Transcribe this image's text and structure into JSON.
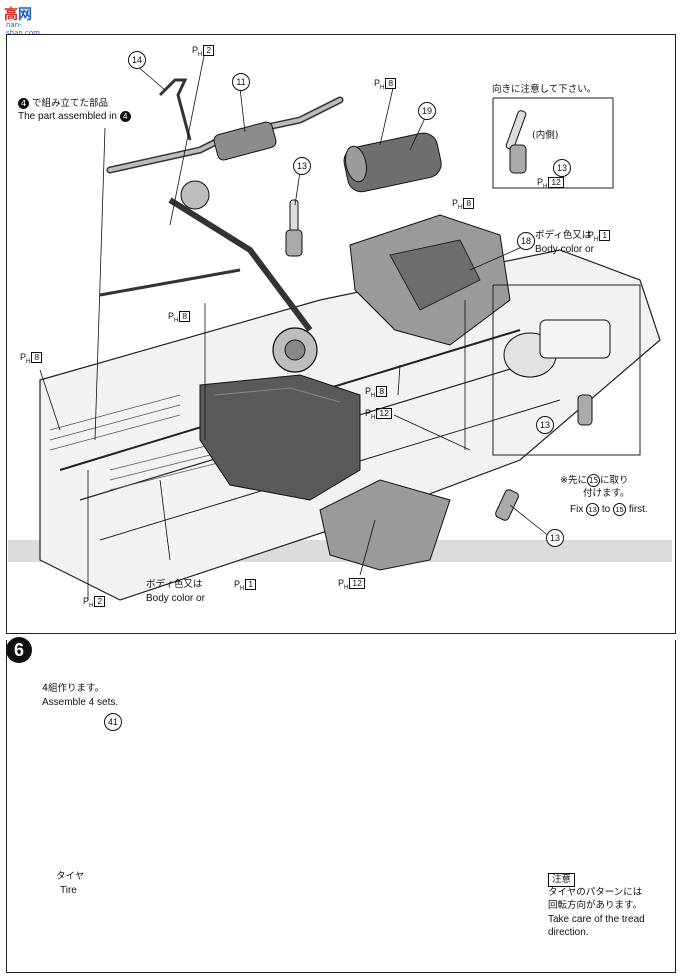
{
  "watermark": {
    "brand_left": "高",
    "brand_right": "网",
    "url": "nan-shan.com"
  },
  "step5": {
    "assembled_jp": "で組み立てた部品",
    "assembled_en": "The part assembled in",
    "assembled_ref": "4",
    "careful_jp": "向きに注意して下さい。",
    "inner_jp": "(内側)",
    "body_color_jp_a": "ボディ色又は",
    "body_color_en_a": "Body color or",
    "body_color_jp_b": "ボディ色又は",
    "body_color_en_b": "Body color or",
    "fix_jp_1": "※先に",
    "fix_jp_2": "に取り",
    "fix_jp_3": "付けます。",
    "fix_en_pre": "Fix",
    "fix_en_mid": "to",
    "fix_en_post": "first.",
    "callouts": [
      "14",
      "11",
      "19",
      "13",
      "13",
      "18",
      "13",
      "13",
      "15",
      "13",
      "15"
    ],
    "parts": [
      {
        "label": "P",
        "sub": "H",
        "num": "2"
      },
      {
        "label": "P",
        "sub": "H",
        "num": "8"
      },
      {
        "label": "P",
        "sub": "H",
        "num": "8"
      },
      {
        "label": "P",
        "sub": "H",
        "num": "12"
      },
      {
        "label": "P",
        "sub": "H",
        "num": "1"
      },
      {
        "label": "P",
        "sub": "H",
        "num": "8"
      },
      {
        "label": "P",
        "sub": "H",
        "num": "8"
      },
      {
        "label": "P",
        "sub": "H",
        "num": "8"
      },
      {
        "label": "P",
        "sub": "H",
        "num": "12"
      },
      {
        "label": "P",
        "sub": "H",
        "num": "12"
      },
      {
        "label": "P",
        "sub": "H",
        "num": "2"
      },
      {
        "label": "P",
        "sub": "H",
        "num": "1"
      }
    ]
  },
  "step6": {
    "number": "6",
    "sets_jp": "4組作ります。",
    "sets_en": "Assemble 4 sets.",
    "part_callout": "41",
    "tire_jp": "タイヤ",
    "tire_en": "Tire",
    "caution_label": "注意",
    "caution_jp_1": "タイヤのパターンには",
    "caution_jp_2": "回転方向があります。",
    "caution_en_1": "Take care of the tread",
    "caution_en_2": "direction."
  }
}
